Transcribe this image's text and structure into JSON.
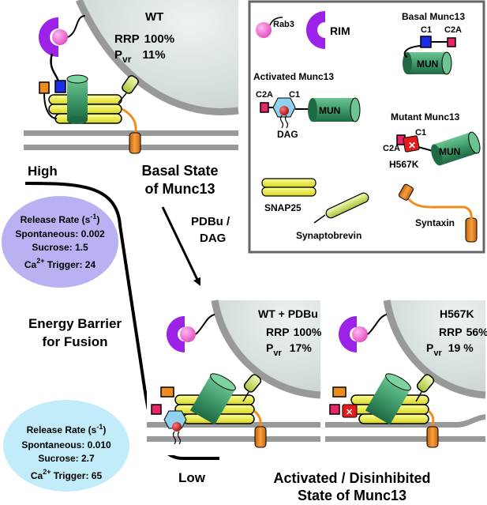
{
  "panels": {
    "wt": {
      "title": "WT",
      "rrp_label": "RRP",
      "rrp_value": "100%",
      "pvr_label": "P",
      "pvr_sub": "vr",
      "pvr_value": "11%"
    },
    "wt_pdbu": {
      "title": "WT + PDBu",
      "rrp_label": "RRP",
      "rrp_value": "100%",
      "pvr_label": "P",
      "pvr_sub": "vr",
      "pvr_value": "17%"
    },
    "h567k": {
      "title": "H567K",
      "rrp_label": "RRP",
      "rrp_value": "56%",
      "pvr_label": "P",
      "pvr_sub": "vr",
      "pvr_value": "19 %"
    }
  },
  "legend": {
    "rab3": "Rab3",
    "rim": "RIM",
    "basal_title": "Basal Munc13",
    "c1": "C1",
    "c2a": "C2A",
    "mun": "MUN",
    "activated_title": "Activated Munc13",
    "dag": "DAG",
    "mutant_title": "Mutant Munc13",
    "mutation": "H567K",
    "snap25": "SNAP25",
    "synaptobrevin": "Synaptobrevin",
    "syntaxin": "Syntaxin"
  },
  "energy": {
    "high": "High",
    "low": "Low",
    "barrier_line1": "Energy Barrier",
    "barrier_line2": "for Fusion",
    "basal_line1": "Basal State",
    "basal_line2": "of Munc13",
    "activated_line1": "Activated / Disinhibited",
    "activated_line2": "State of Munc13",
    "arrow_line1": "PDBu /",
    "arrow_line2": "DAG"
  },
  "rates_basal": {
    "header": "Release Rate (s",
    "exp": "-1",
    "close": ")",
    "spontaneous": "Spontaneous: 0.002",
    "sucrose": "Sucrose: 1.5",
    "ca_prefix": "Ca",
    "ca_exp": "2+",
    "ca_suffix": " Trigger: 24",
    "color": "#b8b2f2"
  },
  "rates_activated": {
    "header": "Release Rate (s",
    "exp": "-1",
    "close": ")",
    "spontaneous": "Spontaneous: 0.010",
    "sucrose": "Sucrose: 2.7",
    "ca_prefix": "Ca",
    "ca_exp": "2+",
    "ca_suffix": " Trigger: 65",
    "color": "#c2ecfa"
  },
  "colors": {
    "mun": "#3f9a6a",
    "snap25": "#f2f24a",
    "synaptobrevin": "#d9f07a",
    "syntaxin": "#f08c1e",
    "rim": "#9b22e6",
    "rab3": "#f07ad6",
    "c1_basal": "#1a2ee6",
    "c2a": "#e8246a",
    "c1_activated": "#8fd2f0",
    "c1_mutant": "#e61a1a",
    "dag": "#c01a1a",
    "membrane": "#999999",
    "vesicle": "#dbe3e3"
  }
}
